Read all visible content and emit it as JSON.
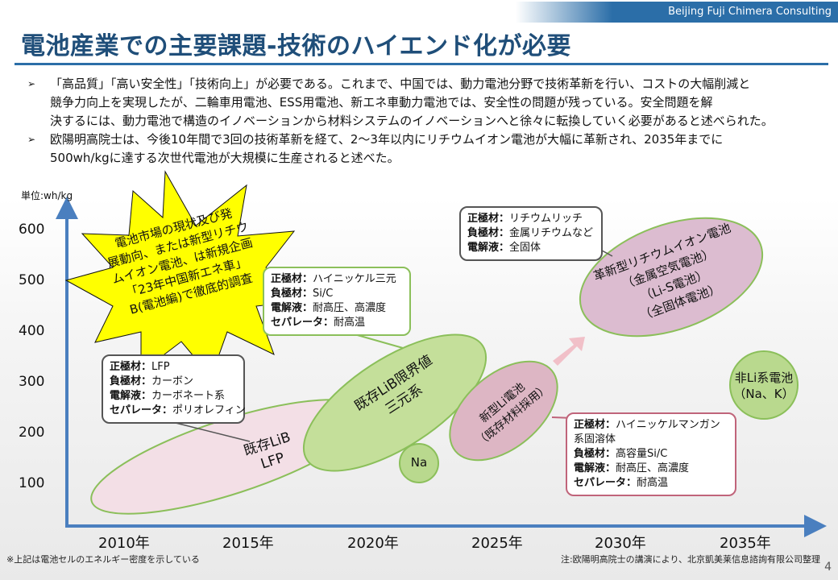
{
  "header": {
    "brand": "Beijing Fuji Chimera Consulting",
    "title": "電池産業での主要課題-技術のハイエンド化が必要"
  },
  "bullets": [
    {
      "lines": [
        "「高品質」「高い安全性」「技術向上」が必要である。これまで、中国では、動力電池分野で技術革新を行い、コストの大幅削減と",
        "競争力向上を実現したが、二輪車用電池、ESS用電池、新エネ車動力電池では、安全性の問題が残っている。安全問題を解",
        "決するには、動力電池で構造のイノベーションから材料システムのイノベーションへと徐々に転換していく必要があると述べられた。"
      ]
    },
    {
      "lines": [
        "欧陽明高院士は、今後10年間で3回の技術革新を経て、2〜3年以内にリチウムイオン電池が大幅に革新され、2035年までに",
        "500wh/kgに達する次世代電池が大規模に生産されると述べた。"
      ]
    }
  ],
  "chart_data": {
    "type": "roadmap",
    "ylabel": "単位:wh/kg",
    "yticks": [
      "600",
      "500",
      "400",
      "300",
      "200",
      "100"
    ],
    "xticks": [
      "2010年",
      "2015年",
      "2020年",
      "2025年",
      "2030年",
      "2035年"
    ]
  },
  "burst": {
    "lines": [
      "電池市場の現状及び発",
      "展動向、または新型リチウ",
      "ムイオン電池、は新規企画",
      "「23年中国新エネ車」",
      "B(電池編)で徹底的調査"
    ],
    "fill": "#ffff00"
  },
  "ellipses": {
    "lib_lfp": [
      "既存LiB",
      "LFP"
    ],
    "lib_ternary": [
      "既存LiB限界値",
      "三元系"
    ],
    "new_li": [
      "新型Li電池",
      "（既存材料採用）"
    ],
    "next_gen": [
      "革新型リチウムイオン電池",
      "（金属空気電池）",
      "（Li-S電池）",
      "（全固体電池）"
    ],
    "na": "Na",
    "non_li": [
      "非Li系電池",
      "（Na、K）"
    ]
  },
  "callouts": {
    "lfp": [
      {
        "k": "正極材：",
        "v": "LFP"
      },
      {
        "k": "負極材：",
        "v": "カーボン"
      },
      {
        "k": "電解液：",
        "v": "カーボネート系"
      },
      {
        "k": "セパレータ：",
        "v": "ポリオレフィン"
      }
    ],
    "ternary": [
      {
        "k": "正極材：",
        "v": "ハイニッケル三元"
      },
      {
        "k": "負極材：",
        "v": "Si/C"
      },
      {
        "k": "電解液：",
        "v": "耐高圧、高濃度"
      },
      {
        "k": "セパレータ：",
        "v": "耐高温"
      }
    ],
    "next_gen": [
      {
        "k": "正極材：",
        "v": "リチウムリッチ"
      },
      {
        "k": "負極材：",
        "v": "金属リチウムなど"
      },
      {
        "k": "電解液：",
        "v": "全固体"
      }
    ],
    "new_li": [
      {
        "k": "正極材：",
        "v": "ハイニッケルマンガン"
      },
      {
        "k": "",
        "v": "系固溶体"
      },
      {
        "k": "負極材：",
        "v": "高容量Si/C"
      },
      {
        "k": "電解液：",
        "v": "耐高圧、高濃度"
      },
      {
        "k": "セパレータ：",
        "v": "耐高温"
      }
    ]
  },
  "footer": {
    "left_note": "※上記は電池セルのエネルギー密度を示している",
    "right_note": "注:欧陽明高院士の講演により、北京凱美莱信息諮詢有限公司整理",
    "page": "4"
  },
  "colors": {
    "axis": "#4a7fbf",
    "lfp_fill": "#f3dfe6",
    "ternary_fill": "#c4df9a",
    "newli_fill": "#ddb6c4",
    "nextgen_fill": "#dcbcd0",
    "na_fill": "#b9d98e",
    "arrow": "#f1c0c8"
  }
}
